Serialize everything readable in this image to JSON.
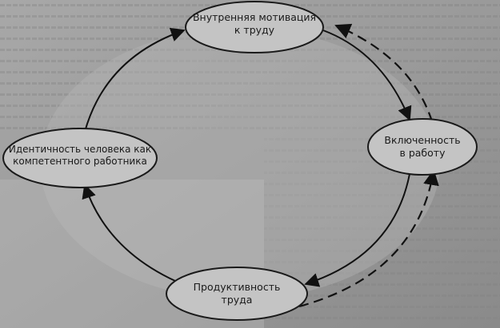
{
  "diagram": {
    "nodes": {
      "motivation": {
        "line1": "Внутренняя мотивация",
        "line2": "к труду"
      },
      "engagement": {
        "line1": "Включенность",
        "line2": "в работу"
      },
      "productivity": {
        "line1": "Продуктивность",
        "line2": "труда"
      },
      "identity": {
        "line1": "Идентичность человека как",
        "line2": "компетентного работника"
      }
    },
    "colors": {
      "node_fill": "#c4c4c4",
      "node_stroke": "#1a1a1a",
      "arrow": "#111111",
      "page": "#8e8e8e",
      "paper": "#d2d2d2"
    }
  }
}
